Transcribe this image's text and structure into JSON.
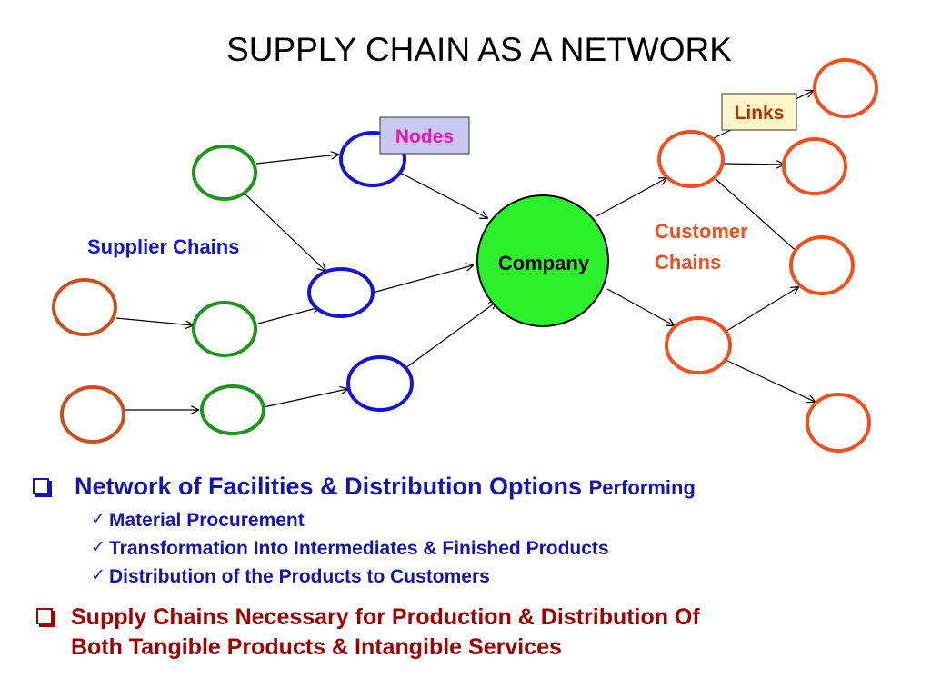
{
  "title": "SUPPLY CHAIN AS A NETWORK",
  "colors": {
    "supplier_tier2": "#c8501e",
    "supplier_tier1": "#1e961e",
    "supplier_direct": "#1414d2",
    "company_fill": "#2cf02c",
    "customer": "#f0501e",
    "text_blue": "#1414b4",
    "text_red": "#a00000",
    "nodes_callout_fill": "#c8c8f0",
    "links_callout_fill": "#fff5c8"
  },
  "diagram": {
    "company_label": "Company",
    "supplier_label": "Supplier Chains",
    "customer_label_line1": "Customer",
    "customer_label_line2": "Chains",
    "nodes_callout": "Nodes",
    "links_callout": "Links"
  },
  "bullets": {
    "main1": "Network of Facilities & Distribution Options",
    "main1_suffix": "Performing",
    "sub": [
      "Material Procurement",
      "Transformation Into Intermediates & Finished Products",
      "Distribution of the Products to Customers"
    ],
    "main2_line1": "Supply Chains Necessary for Production & Distribution Of",
    "main2_line2": "Both Tangible Products & Intangible Services"
  }
}
